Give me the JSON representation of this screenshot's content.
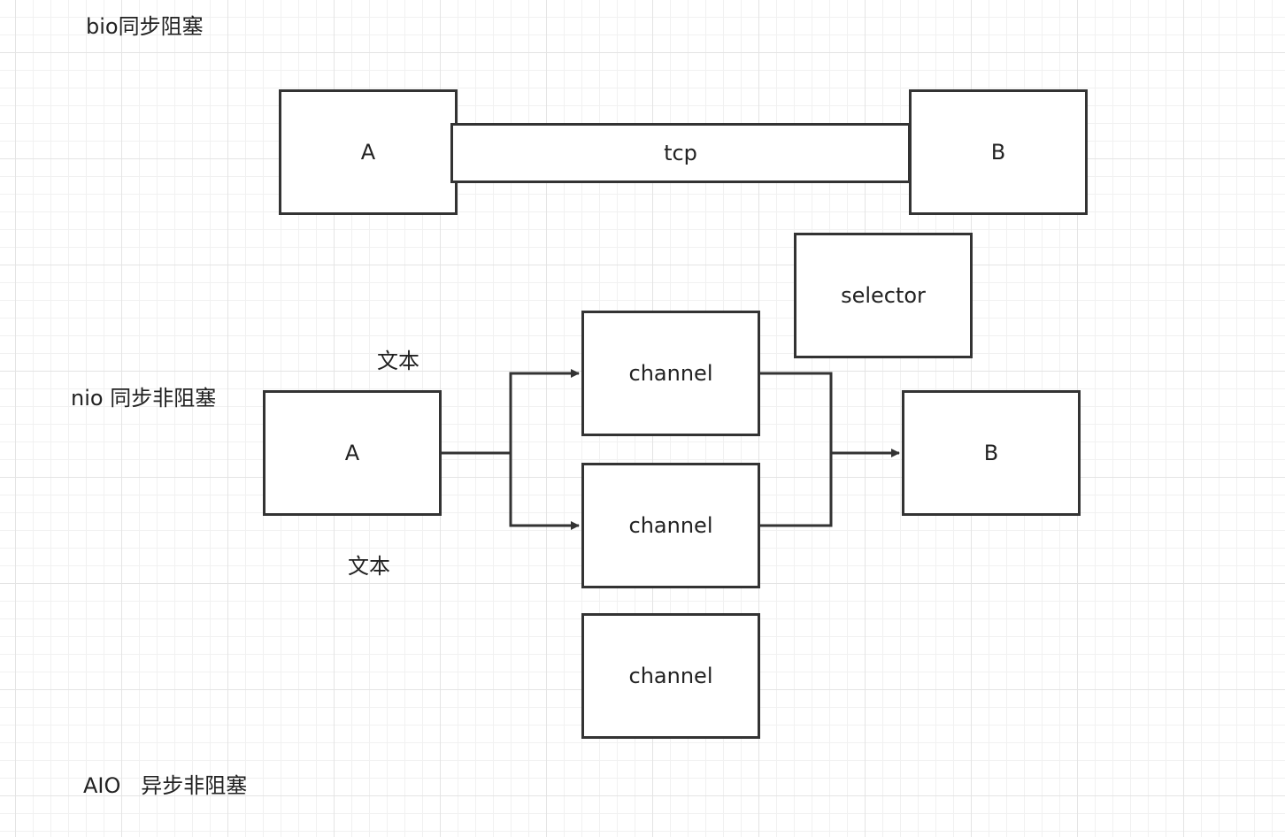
{
  "sections": {
    "bio": "bio同步阻塞",
    "nio": "nio 同步非阻塞",
    "aio": "AIO   异步非阻塞"
  },
  "bio_diagram": {
    "node_a": "A",
    "link": "tcp",
    "node_b": "B"
  },
  "nio_diagram": {
    "node_a": "A",
    "selector": "selector",
    "channels": [
      "channel",
      "channel",
      "channel"
    ],
    "node_b": "B",
    "text_labels": [
      "文本",
      "文本"
    ]
  }
}
